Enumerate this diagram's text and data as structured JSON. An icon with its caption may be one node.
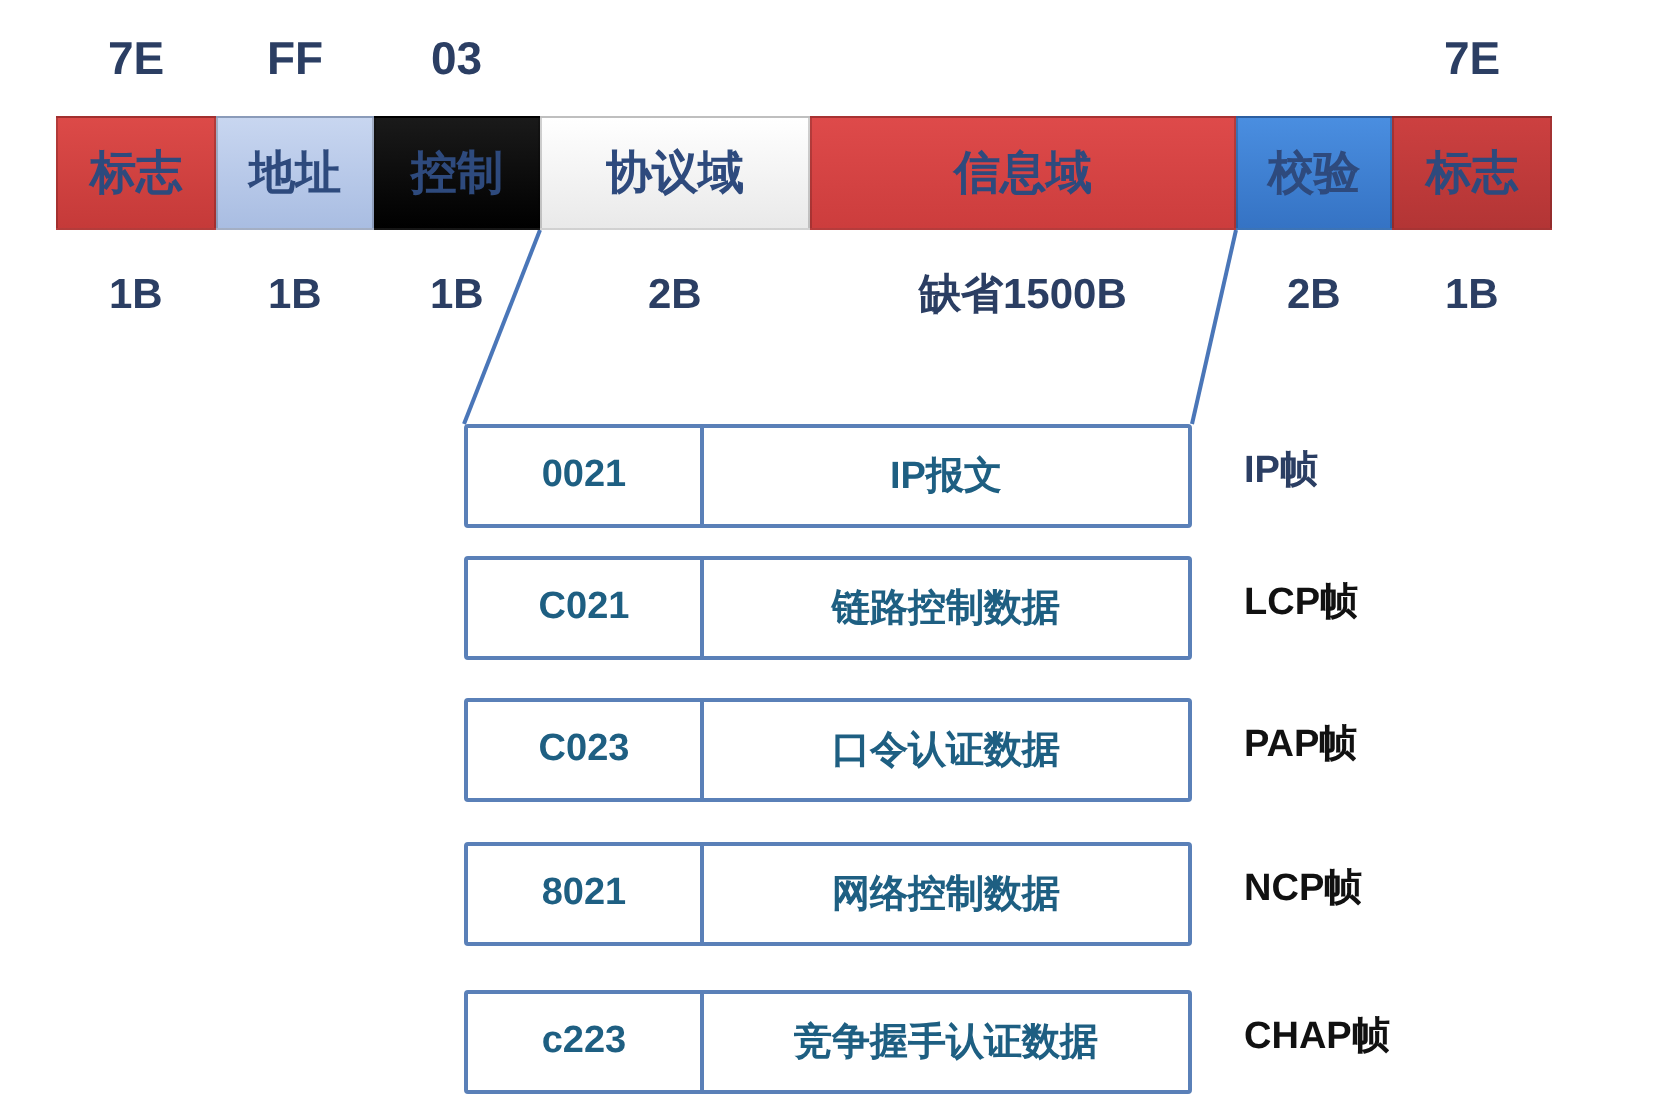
{
  "diagram": {
    "nodes": [
      {
        "text": [
          "标志"
        ],
        "beside": [
          "7E",
          "1B"
        ]
      },
      {
        "text": [
          "地址"
        ],
        "beside": [
          "FF",
          "1B"
        ]
      },
      {
        "text": [
          "控制"
        ],
        "beside": [
          "03",
          "1B"
        ]
      },
      {
        "text": [
          "协议域"
        ],
        "beside": [
          "2B"
        ]
      },
      {
        "text": [
          "信息域"
        ],
        "beside": [
          "缺省1500B"
        ]
      },
      {
        "text": [
          "校验"
        ],
        "beside": [
          "2B"
        ]
      },
      {
        "text": [
          "标志"
        ],
        "beside": [
          "7E",
          "1B"
        ]
      },
      {
        "text": [
          "0021",
          "IP报文"
        ],
        "beside": [
          "IP帧"
        ]
      },
      {
        "text": [
          "C021",
          "链路控制数据"
        ],
        "beside": [
          "LCP帧"
        ]
      },
      {
        "text": [
          "C023",
          "口令认证数据"
        ],
        "beside": [
          "PAP帧"
        ]
      },
      {
        "text": [
          "8021",
          "网络控制数据"
        ],
        "beside": [
          "NCP帧"
        ]
      },
      {
        "text": [
          "c223",
          "竞争握手认证数据"
        ],
        "beside": [
          "CHAP帧"
        ]
      }
    ],
    "edges": [
      {
        "from": 3,
        "to": 7,
        "arrow": "none"
      },
      {
        "from": 4,
        "to": 7,
        "arrow": "none"
      }
    ]
  }
}
